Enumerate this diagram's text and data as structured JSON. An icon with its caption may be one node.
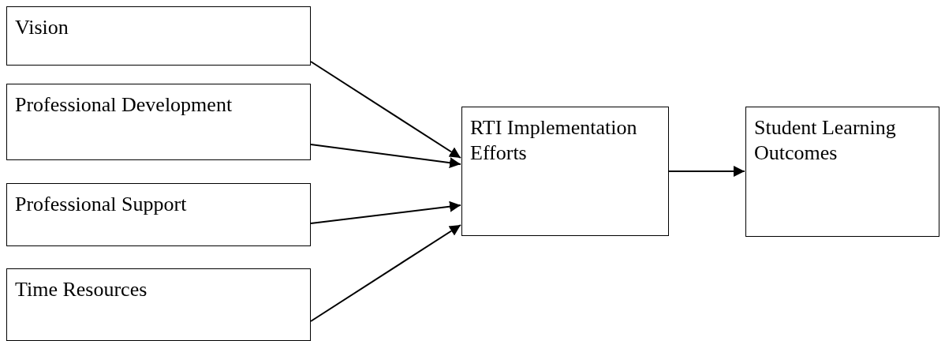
{
  "diagram": {
    "nodes": [
      {
        "text": [
          "Vision"
        ]
      },
      {
        "text": [
          "Professional Development"
        ]
      },
      {
        "text": [
          "Professional Support"
        ]
      },
      {
        "text": [
          "Time Resources"
        ]
      },
      {
        "text": [
          "RTI Implementation Efforts"
        ]
      },
      {
        "text": [
          "Student Learning Outcomes"
        ]
      }
    ],
    "edges": [
      {
        "from": 0,
        "to": 4,
        "arrow": "to"
      },
      {
        "from": 1,
        "to": 4,
        "arrow": "to"
      },
      {
        "from": 2,
        "to": 4,
        "arrow": "to"
      },
      {
        "from": 3,
        "to": 4,
        "arrow": "to"
      },
      {
        "from": 4,
        "to": 5,
        "arrow": "to"
      }
    ]
  }
}
